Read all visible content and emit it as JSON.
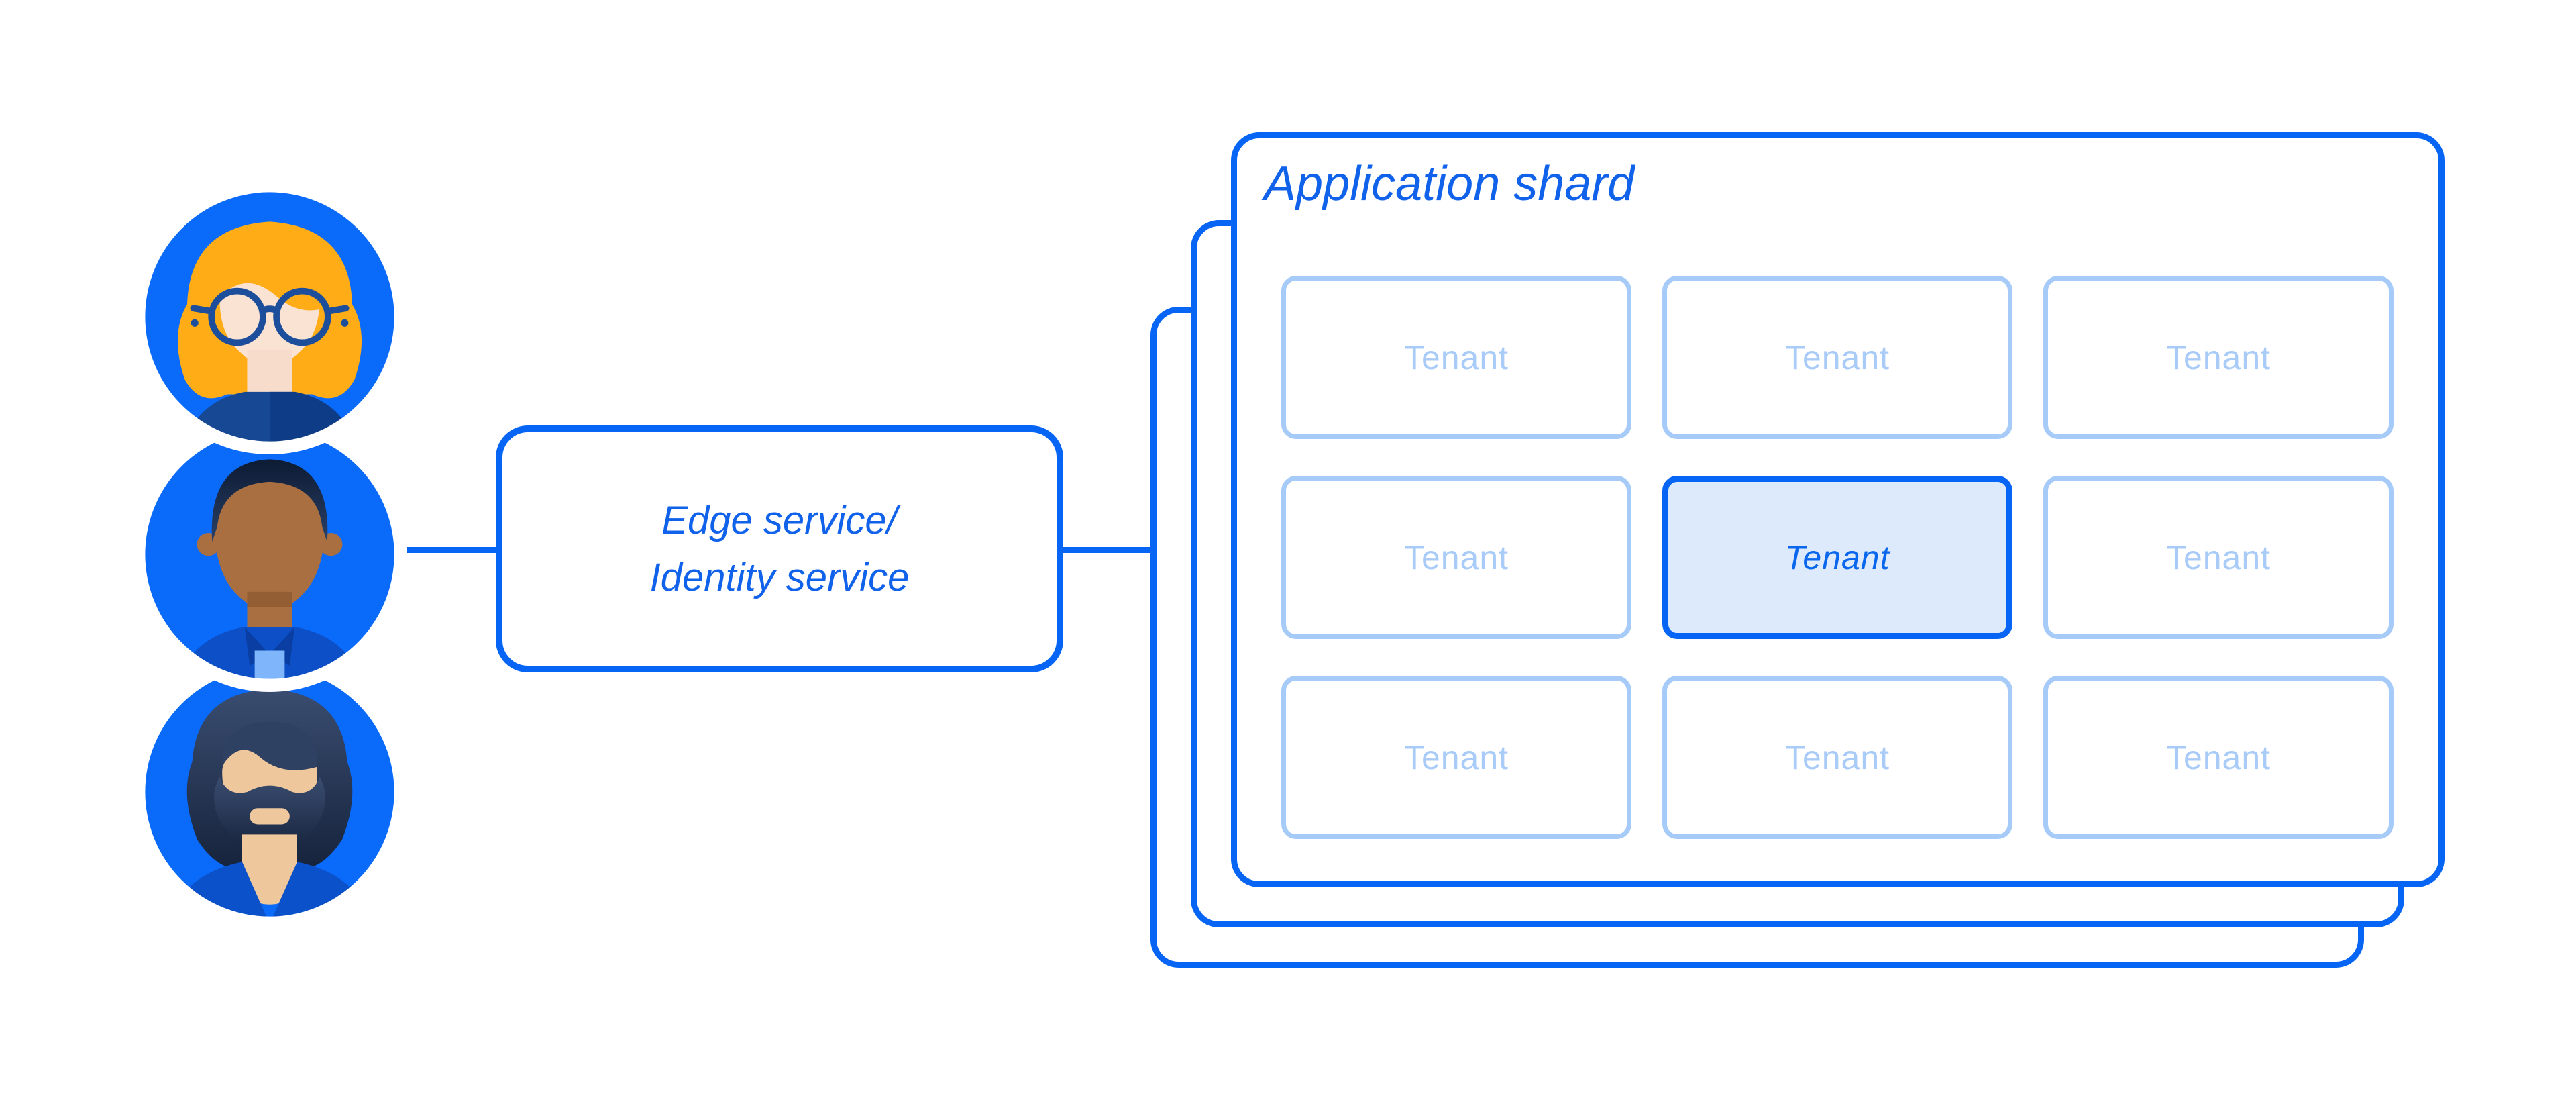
{
  "palette": {
    "stroke_blue": "#0765F6",
    "deep_text_blue": "#1162EA",
    "light_border": "#A6CBF9",
    "light_text": "#A9CBF8",
    "highlight_fill": "#DCEAFB",
    "highlight_text": "#0967EE",
    "avatar_blue": "#0A6AFA",
    "canvas_bg": "#FFFFFF"
  },
  "users": {
    "avatars": [
      {
        "icon": "avatar-woman-glasses-icon"
      },
      {
        "icon": "avatar-man-short-hair-icon"
      },
      {
        "icon": "avatar-man-beard-icon"
      }
    ]
  },
  "edge_node": {
    "line1": "Edge service/",
    "line2": "Identity service"
  },
  "shard": {
    "title": "Application shard",
    "tenants": [
      {
        "label": "Tenant",
        "highlighted": false
      },
      {
        "label": "Tenant",
        "highlighted": false
      },
      {
        "label": "Tenant",
        "highlighted": false
      },
      {
        "label": "Tenant",
        "highlighted": false
      },
      {
        "label": "Tenant",
        "highlighted": true
      },
      {
        "label": "Tenant",
        "highlighted": false
      },
      {
        "label": "Tenant",
        "highlighted": false
      },
      {
        "label": "Tenant",
        "highlighted": false
      },
      {
        "label": "Tenant",
        "highlighted": false
      }
    ]
  }
}
